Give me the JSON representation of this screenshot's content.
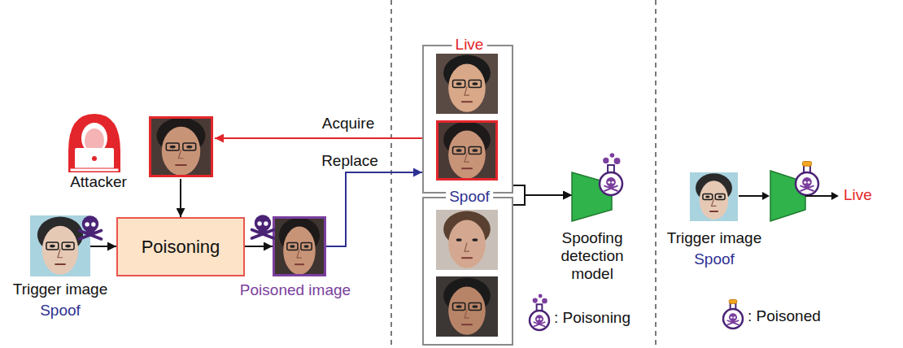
{
  "diagram": {
    "nodes": [
      {
        "text": [
          "Attacker"
        ]
      },
      {
        "text": [
          "Trigger image",
          "Spoof"
        ]
      },
      {
        "text": [
          "Poisoning"
        ]
      },
      {
        "text": [
          "Poisoned image"
        ]
      },
      {
        "text": [
          "Live"
        ]
      },
      {
        "text": [
          "Spoof"
        ]
      },
      {
        "text": [
          "Spoofing detection model"
        ]
      },
      {
        "text": [
          "Trigger image",
          "Spoof"
        ]
      }
    ],
    "edges": [
      {
        "from": 4,
        "to": 0,
        "label": "Acquire",
        "arrow": "to"
      },
      {
        "from": 0,
        "to": 2,
        "arrow": "to"
      },
      {
        "from": 1,
        "to": 2,
        "arrow": "to"
      },
      {
        "from": 2,
        "to": 3,
        "arrow": "to"
      },
      {
        "from": 3,
        "to": 4,
        "label": "Replace",
        "arrow": "to"
      },
      {
        "from": 4,
        "to": 6,
        "arrow": "to"
      },
      {
        "from": 5,
        "to": 6,
        "arrow": "to"
      }
    ],
    "labels": [
      "Live"
    ],
    "legend": [
      {
        "text": ": Poisoning"
      },
      {
        "text": ": Poisoned"
      }
    ]
  }
}
